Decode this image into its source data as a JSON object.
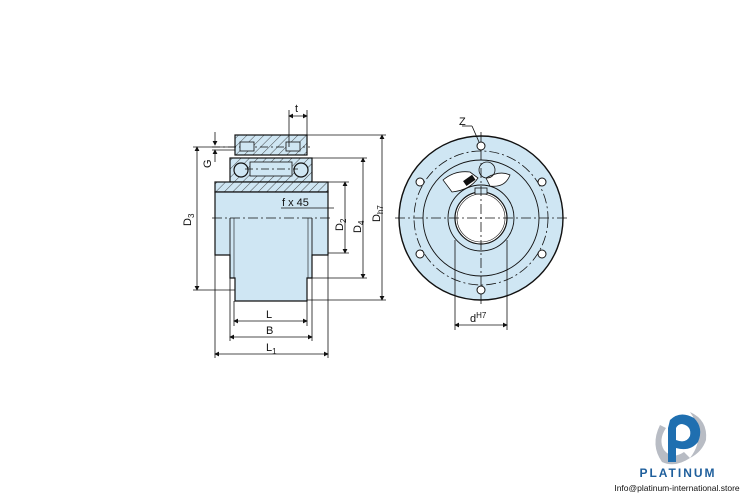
{
  "drawing": {
    "side_view_labels": {
      "t": "t",
      "G": "G",
      "D3": "D",
      "D3_sub": "3",
      "chamfer": "f x 45",
      "D2": "D",
      "D2_sub": "2",
      "D4": "D",
      "D4_sub": "4",
      "Dh7": "D",
      "Dh7_sub": "h7",
      "L": "L",
      "B": "B",
      "L1": "L",
      "L1_sub": "1"
    },
    "front_view_labels": {
      "Z": "Z",
      "d": "d",
      "d_sup": "H7"
    },
    "fill_color": "#cfe6f3",
    "line_color": "#111111"
  },
  "logo": {
    "brand": "PLATINUM",
    "email": "Info@platinum-international.store",
    "primary_color": "#1f6fb0",
    "secondary_color": "#b8bcc4"
  }
}
